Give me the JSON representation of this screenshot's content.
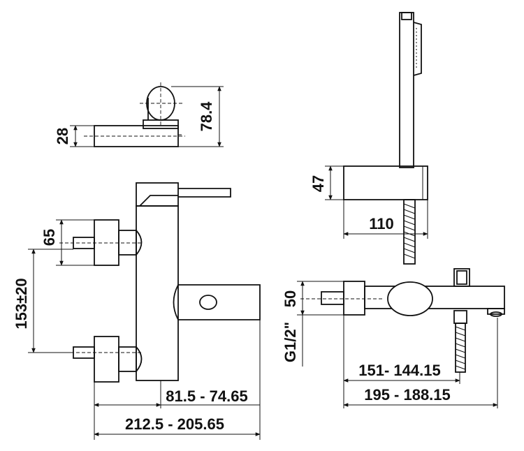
{
  "dimensions": {
    "top_view_height": "28",
    "top_view_total_height": "78.4",
    "wall_bracket_height": "47",
    "wall_bracket_depth": "110",
    "inlet_spacing_upper": "65",
    "inlet_center_distance": "153±20",
    "spout_length": "81.5 - 74.65",
    "overall_width": "212.5 - 205.65",
    "side_inlet_height": "50",
    "thread_size": "G1/2\"",
    "side_depth_inner": "151- 144.15",
    "side_depth_overall": "195 - 188.15"
  },
  "colors": {
    "line": "#111111",
    "background": "#ffffff"
  }
}
